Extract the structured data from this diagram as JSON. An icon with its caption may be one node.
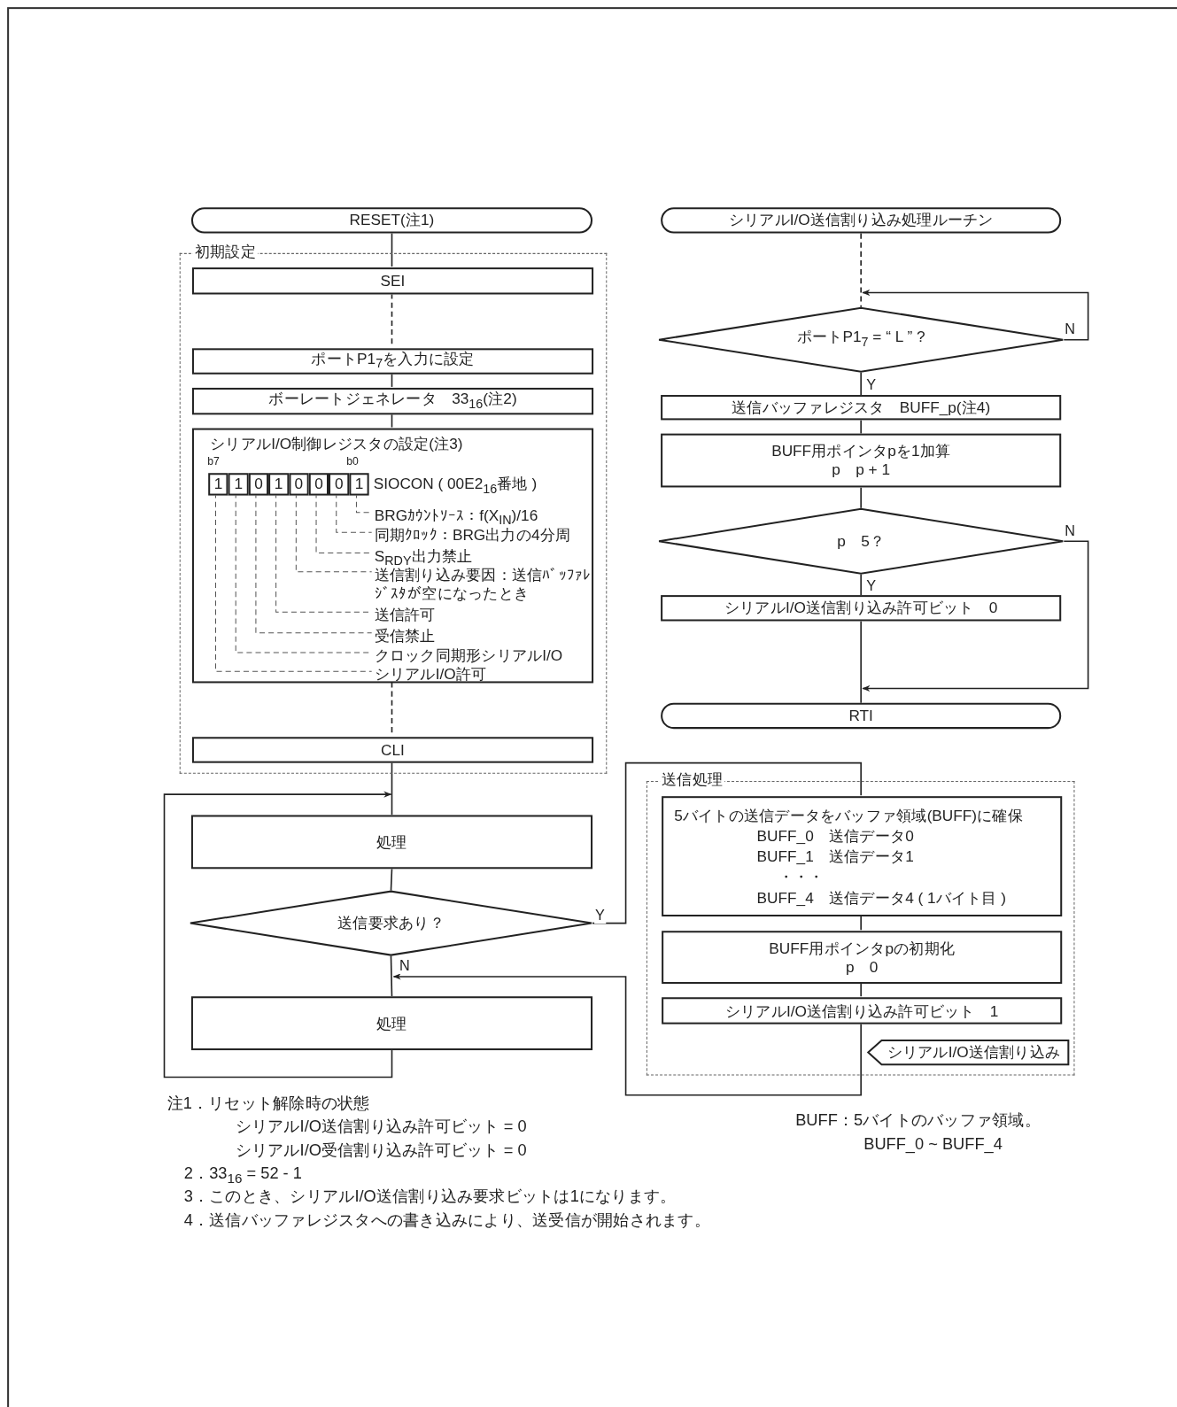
{
  "diagram": {
    "nodes": [
      {
        "text": [
          "RESET(注1)"
        ]
      },
      {
        "text": [
          "初期設定"
        ]
      },
      {
        "text": [
          "SEI"
        ],
        "in": 1
      },
      {
        "text": [
          "ポートP1$_{7}$を入力に設定"
        ],
        "in": 1
      },
      {
        "text": [
          "ボーレートジェネレータ　33$_{16}$(注2)"
        ],
        "in": 1
      },
      {
        "text": [
          "シリアルI/O制御レジスタの設定(注3)"
        ],
        "in": 1
      },
      {
        "text": [
          "1"
        ],
        "in": 5
      },
      {
        "text": [
          "1"
        ],
        "in": 5
      },
      {
        "text": [
          "0"
        ],
        "in": 5
      },
      {
        "text": [
          "1"
        ],
        "in": 5
      },
      {
        "text": [
          "0"
        ],
        "in": 5
      },
      {
        "text": [
          "0"
        ],
        "in": 5
      },
      {
        "text": [
          "0"
        ],
        "in": 5
      },
      {
        "text": [
          "1"
        ],
        "in": 5
      },
      {
        "text": [
          "BRGｶｳﾝﾄｿｰｽ：f(X$_{IN}$)/16"
        ],
        "in": 5
      },
      {
        "text": [
          "同期ｸﾛｯｸ：BRG出力の4分周"
        ],
        "in": 5
      },
      {
        "text": [
          "S$_{RDY}$出力禁止"
        ],
        "in": 5
      },
      {
        "text": [
          "送信割り込み要因：送信ﾊﾞｯﾌｧﾚｼﾞｽﾀが空になったとき"
        ],
        "in": 5
      },
      {
        "text": [
          "送信許可"
        ],
        "in": 5
      },
      {
        "text": [
          "受信禁止"
        ],
        "in": 5
      },
      {
        "text": [
          "クロック同期形シリアルI/O"
        ],
        "in": 5
      },
      {
        "text": [
          "シリアルI/O許可"
        ],
        "in": 5
      },
      {
        "text": [
          "CLI"
        ],
        "in": 1
      },
      {
        "text": [
          "処理"
        ]
      },
      {
        "text": [
          "送信要求あり？"
        ]
      },
      {
        "text": [
          "処理"
        ]
      },
      {
        "text": [
          "シリアルI/O送信割り込み処理ルーチン"
        ]
      },
      {
        "text": [
          "ポートP1$_{7}$ = “ L ” ?"
        ]
      },
      {
        "text": [
          "送信バッファレジスタ　BUFF_p(注4)"
        ]
      },
      {
        "text": [
          "BUFF用ポインタpを1加算",
          "p　p + 1"
        ]
      },
      {
        "text": [
          "p　5？"
        ]
      },
      {
        "text": [
          "シリアルI/O送信割り込み許可ビット　0"
        ]
      },
      {
        "text": [
          "RTI"
        ]
      },
      {
        "text": [
          "送信処理"
        ]
      },
      {
        "text": [
          "5バイトの送信データをバッファ領域(BUFF)に確保",
          "BUFF_0　送信データ0",
          "BUFF_1　送信データ1",
          "・・・",
          "BUFF_4　送信データ4 ( 1バイト目 )"
        ],
        "in": 33
      },
      {
        "text": [
          "BUFF用ポインタpの初期化",
          "p　0"
        ],
        "in": 33
      },
      {
        "text": [
          "シリアルI/O送信割り込み許可ビット　1"
        ],
        "in": 33
      },
      {
        "text": [
          "シリアルI/O送信割り込み"
        ],
        "in": 33
      }
    ],
    "edges": [
      {
        "from": 0,
        "to": 2,
        "arrow": "none"
      },
      {
        "from": 2,
        "to": 3,
        "arrow": "none",
        "style": "dashed"
      },
      {
        "from": 3,
        "to": 4,
        "arrow": "none"
      },
      {
        "from": 4,
        "to": 5,
        "arrow": "none"
      },
      {
        "from": 5,
        "to": 22,
        "arrow": "none",
        "style": "dashed"
      },
      {
        "from": 22,
        "to": 23,
        "arrow": "none"
      },
      {
        "from": 23,
        "to": 24,
        "arrow": "none"
      },
      {
        "from": 24,
        "to": 25,
        "arrow": "none",
        "label": "N"
      },
      {
        "from": 24,
        "to": 34,
        "arrow": "none",
        "label": "Y"
      },
      {
        "from": 34,
        "to": 35,
        "arrow": "none"
      },
      {
        "from": 35,
        "to": 36,
        "arrow": "none"
      },
      {
        "from": 36,
        "to": 25,
        "arrow": "to"
      },
      {
        "from": 25,
        "to": 23,
        "arrow": "to"
      },
      {
        "from": 13,
        "to": 14,
        "arrow": "none",
        "style": "dashed"
      },
      {
        "from": 12,
        "to": 15,
        "arrow": "none",
        "style": "dashed"
      },
      {
        "from": 11,
        "to": 16,
        "arrow": "none",
        "style": "dashed"
      },
      {
        "from": 10,
        "to": 17,
        "arrow": "none",
        "style": "dashed"
      },
      {
        "from": 9,
        "to": 18,
        "arrow": "none",
        "style": "dashed"
      },
      {
        "from": 8,
        "to": 19,
        "arrow": "none",
        "style": "dashed"
      },
      {
        "from": 7,
        "to": 20,
        "arrow": "none",
        "style": "dashed"
      },
      {
        "from": 6,
        "to": 21,
        "arrow": "none",
        "style": "dashed"
      },
      {
        "from": 26,
        "to": 27,
        "arrow": "none",
        "style": "dashed"
      },
      {
        "from": 27,
        "to": 27,
        "arrow": "to",
        "label": "N"
      },
      {
        "from": 27,
        "to": 28,
        "arrow": "none",
        "label": "Y"
      },
      {
        "from": 28,
        "to": 29,
        "arrow": "none"
      },
      {
        "from": 29,
        "to": 30,
        "arrow": "none"
      },
      {
        "from": 30,
        "to": 31,
        "arrow": "none",
        "label": "Y"
      },
      {
        "from": 30,
        "to": 32,
        "arrow": "to",
        "label": "N"
      },
      {
        "from": 31,
        "to": 32,
        "arrow": "none"
      }
    ],
    "labels": [
      "b7",
      "b0",
      "SIOCON ( 00E2$_{16}$番地 )",
      "注1．リセット解除時の状態",
      "シリアルI/O送信割り込み許可ビット = 0",
      "シリアルI/O受信割り込み許可ビット = 0",
      "2．33$_{16}$ = 52 - 1",
      "3．このとき、シリアルI/O送信割り込み要求ビットは1になります。",
      "4．送信バッファレジスタへの書き込みにより、送受信が開始されます。",
      "BUFF：5バイトのバッファ領域。",
      "BUFF_0 ~ BUFF_4"
    ]
  }
}
